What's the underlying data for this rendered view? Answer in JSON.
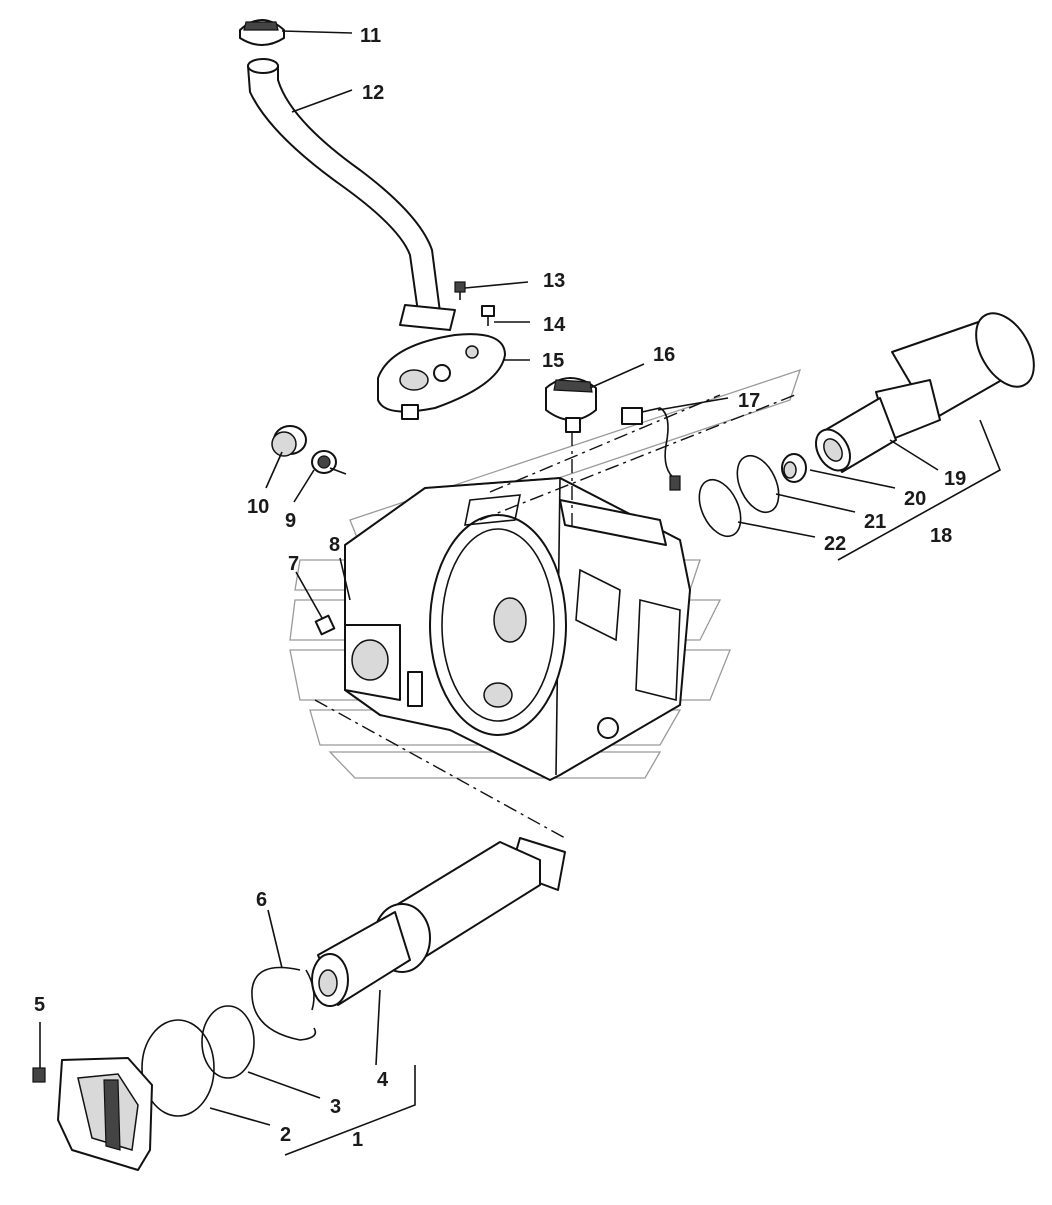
{
  "colors": {
    "line": "#111111",
    "shade": "#d9d9d9",
    "watermark": "#9a9a9a",
    "background": "#ffffff"
  },
  "callouts": {
    "c1": "1",
    "c2": "2",
    "c3": "3",
    "c4": "4",
    "c5": "5",
    "c6": "6",
    "c7": "7",
    "c8": "8",
    "c9": "9",
    "c10": "10",
    "c11": "11",
    "c12": "12",
    "c13": "13",
    "c14": "14",
    "c15": "15",
    "c16": "16",
    "c17": "17",
    "c18": "18",
    "c19": "19",
    "c20": "20",
    "c21": "21",
    "c22": "22"
  }
}
